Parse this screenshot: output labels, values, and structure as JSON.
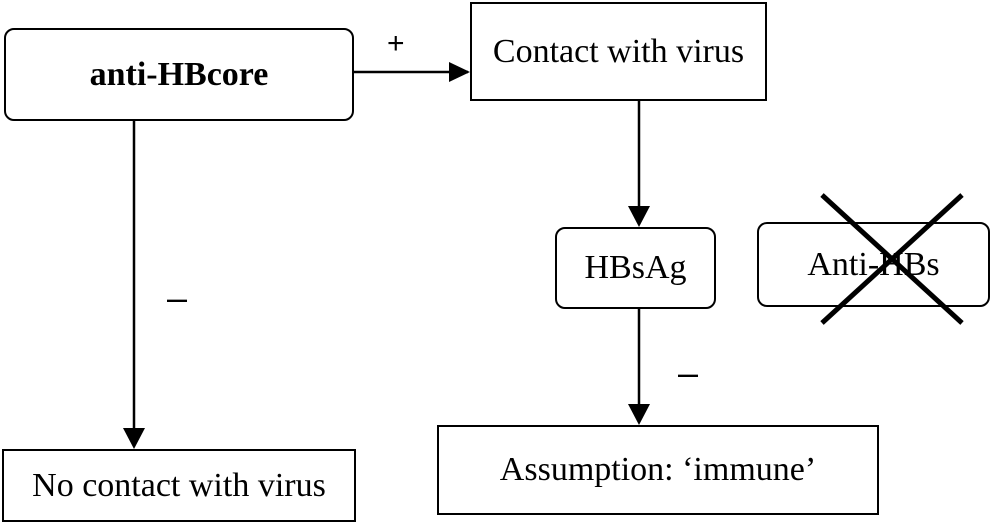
{
  "nodes": {
    "anti_hbcore": "anti-HBcore",
    "contact": "Contact with virus",
    "hbsag": "HBsAg",
    "anti_hbs": "Anti-HBs",
    "assumption": "Assumption: ‘immune’",
    "no_contact": "No contact with virus"
  },
  "edge_labels": {
    "positive": "+",
    "negative_left": "–",
    "negative_right": "–"
  },
  "anti_hbs_crossed_out": true
}
